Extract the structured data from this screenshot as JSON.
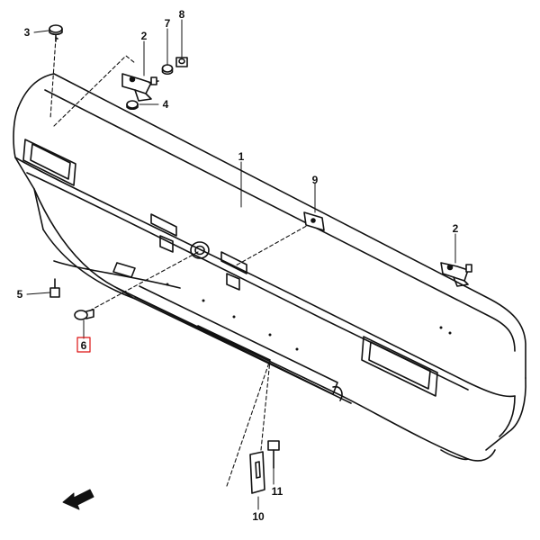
{
  "diagram": {
    "callouts": [
      {
        "id": "1",
        "text": "1"
      },
      {
        "id": "2a",
        "text": "2"
      },
      {
        "id": "2b",
        "text": "2"
      },
      {
        "id": "3",
        "text": "3"
      },
      {
        "id": "4",
        "text": "4"
      },
      {
        "id": "5",
        "text": "5"
      },
      {
        "id": "6",
        "text": "6",
        "highlighted": true
      },
      {
        "id": "7",
        "text": "7"
      },
      {
        "id": "8",
        "text": "8"
      },
      {
        "id": "9",
        "text": "9"
      },
      {
        "id": "10",
        "text": "10"
      },
      {
        "id": "11",
        "text": "11"
      }
    ],
    "colors": {
      "line": "#111111",
      "highlight": "#dd1111",
      "background": "#ffffff"
    }
  }
}
